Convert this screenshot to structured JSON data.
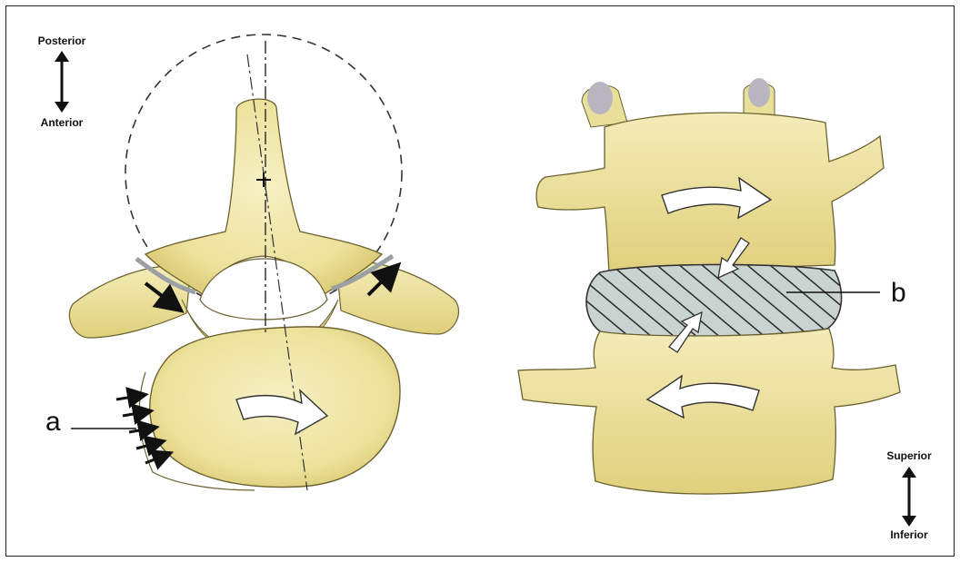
{
  "orientation_top": {
    "upper": "Posterior",
    "lower": "Anterior"
  },
  "orientation_bottom": {
    "upper": "Superior",
    "lower": "Inferior"
  },
  "labels": {
    "a": "a",
    "b": "b"
  },
  "colors": {
    "bone": "#efe6a4",
    "bone_shadow": "#d8c86a",
    "disc": "#c9d3cf",
    "outline": "#333333",
    "arrow_fill": "#ffffff"
  }
}
